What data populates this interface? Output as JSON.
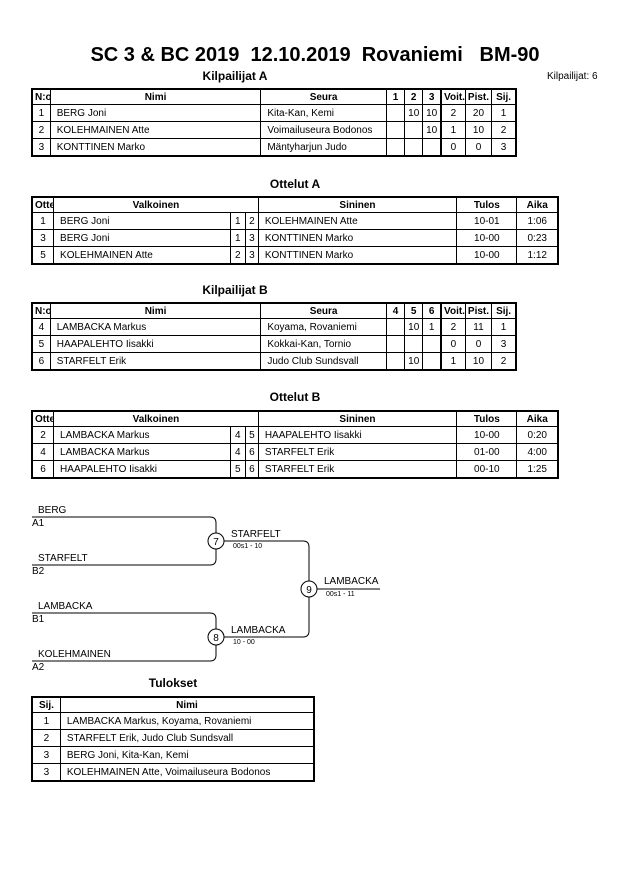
{
  "title": "SC 3 & BC 2019  12.10.2019  Rovaniemi   BM-90",
  "competitors_count": "Kilpailijat: 6",
  "pool_a": {
    "heading": "Kilpailijat A",
    "headers": [
      "N:o",
      "Nimi",
      "Seura",
      "1",
      "2",
      "3",
      "Voit.",
      "Pist.",
      "Sij."
    ],
    "rows": [
      {
        "no": "1",
        "name": "BERG Joni",
        "club": "Kita-Kan, Kemi",
        "s1": "",
        "s2": "10",
        "s3": "10",
        "wins": "2",
        "points": "20",
        "place": "1"
      },
      {
        "no": "2",
        "name": "KOLEHMAINEN Atte",
        "club": "Voimailuseura Bodonos",
        "s1": "",
        "s2": "",
        "s3": "10",
        "wins": "1",
        "points": "10",
        "place": "2"
      },
      {
        "no": "3",
        "name": "KONTTINEN Marko",
        "club": "Mäntyharjun Judo",
        "s1": "",
        "s2": "",
        "s3": "",
        "wins": "0",
        "points": "0",
        "place": "3"
      }
    ]
  },
  "matches_a": {
    "heading": "Ottelut A",
    "headers": [
      "Ottelu",
      "Valkoinen",
      "Sininen",
      "Tulos",
      "Aika"
    ],
    "rows": [
      {
        "match": "1",
        "white": "BERG Joni",
        "wn": "1",
        "bn": "2",
        "blue": "KOLEHMAINEN Atte",
        "result": "10-01",
        "time": "1:06"
      },
      {
        "match": "3",
        "white": "BERG Joni",
        "wn": "1",
        "bn": "3",
        "blue": "KONTTINEN Marko",
        "result": "10-00",
        "time": "0:23"
      },
      {
        "match": "5",
        "white": "KOLEHMAINEN Atte",
        "wn": "2",
        "bn": "3",
        "blue": "KONTTINEN Marko",
        "result": "10-00",
        "time": "1:12"
      }
    ]
  },
  "pool_b": {
    "heading": "Kilpailijat B",
    "headers": [
      "N:o",
      "Nimi",
      "Seura",
      "4",
      "5",
      "6",
      "Voit.",
      "Pist.",
      "Sij."
    ],
    "rows": [
      {
        "no": "4",
        "name": "LAMBACKA Markus",
        "club": "Koyama, Rovaniemi",
        "s1": "",
        "s2": "10",
        "s3": "1",
        "wins": "2",
        "points": "11",
        "place": "1"
      },
      {
        "no": "5",
        "name": "HAAPALEHTO Iisakki",
        "club": "Kokkai-Kan, Tornio",
        "s1": "",
        "s2": "",
        "s3": "",
        "wins": "0",
        "points": "0",
        "place": "3"
      },
      {
        "no": "6",
        "name": "STARFELT Erik",
        "club": "Judo Club Sundsvall",
        "s1": "",
        "s2": "10",
        "s3": "",
        "wins": "1",
        "points": "10",
        "place": "2"
      }
    ]
  },
  "matches_b": {
    "heading": "Ottelut B",
    "headers": [
      "Ottelu",
      "Valkoinen",
      "Sininen",
      "Tulos",
      "Aika"
    ],
    "rows": [
      {
        "match": "2",
        "white": "LAMBACKA Markus",
        "wn": "4",
        "bn": "5",
        "blue": "HAAPALEHTO Iisakki",
        "result": "10-00",
        "time": "0:20"
      },
      {
        "match": "4",
        "white": "LAMBACKA Markus",
        "wn": "4",
        "bn": "6",
        "blue": "STARFELT Erik",
        "result": "01-00",
        "time": "4:00"
      },
      {
        "match": "6",
        "white": "HAAPALEHTO Iisakki",
        "wn": "5",
        "bn": "6",
        "blue": "STARFELT Erik",
        "result": "00-10",
        "time": "1:25"
      }
    ]
  },
  "bracket": {
    "a1_name": "BERG",
    "a1_seed": "A1",
    "b2_name": "STARFELT",
    "b2_seed": "B2",
    "b1_name": "LAMBACKA",
    "b1_seed": "B1",
    "a2_name": "KOLEHMAINEN",
    "a2_seed": "A2",
    "semi1_no": "7",
    "semi1_winner": "STARFELT",
    "semi1_score": "00s1 - 10",
    "semi2_no": "8",
    "semi2_winner": "LAMBACKA",
    "semi2_score": "10 - 00",
    "final_no": "9",
    "final_winner": "LAMBACKA",
    "final_score": "00s1 - 11"
  },
  "results": {
    "heading": "Tulokset",
    "headers": [
      "Sij.",
      "Nimi"
    ],
    "rows": [
      {
        "place": "1",
        "name": "LAMBACKA Markus, Koyama, Rovaniemi"
      },
      {
        "place": "2",
        "name": "STARFELT Erik, Judo Club Sundsvall"
      },
      {
        "place": "3",
        "name": "BERG Joni, Kita-Kan, Kemi"
      },
      {
        "place": "3",
        "name": "KOLEHMAINEN Atte, Voimailuseura Bodonos"
      }
    ]
  }
}
